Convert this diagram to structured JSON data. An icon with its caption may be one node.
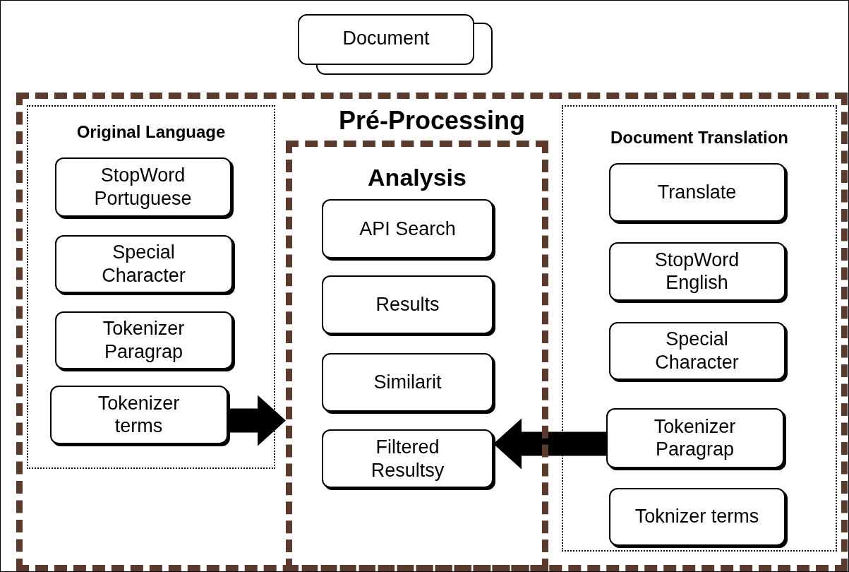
{
  "diagram": {
    "nodes": [
      {
        "text": [
          "Document"
        ]
      },
      {
        "text": [
          "Pré-Processing"
        ]
      },
      {
        "text": [
          "Original Language"
        ],
        "in": 1
      },
      {
        "text": [
          "StopWord Portuguese"
        ],
        "in": 2
      },
      {
        "text": [
          "Special Character"
        ],
        "in": 2
      },
      {
        "text": [
          "Tokenizer Paragrap"
        ],
        "in": 2
      },
      {
        "text": [
          "Tokenizer terms"
        ],
        "in": 2
      },
      {
        "text": [
          "Analysis"
        ],
        "in": 1
      },
      {
        "text": [
          "API Search"
        ],
        "in": 7
      },
      {
        "text": [
          "Results"
        ],
        "in": 7
      },
      {
        "text": [
          "Similarit"
        ],
        "in": 7
      },
      {
        "text": [
          "Filtered Resultsy"
        ],
        "in": 7
      },
      {
        "text": [
          "Document Translation"
        ],
        "in": 1
      },
      {
        "text": [
          "Translate"
        ],
        "in": 12
      },
      {
        "text": [
          "StopWord English"
        ],
        "in": 12
      },
      {
        "text": [
          "Special Character"
        ],
        "in": 12
      },
      {
        "text": [
          "Tokenizer Paragrap"
        ],
        "in": 12
      },
      {
        "text": [
          "Toknizer terms"
        ],
        "in": 12
      }
    ],
    "edges": [
      {
        "from": 6,
        "to": 7,
        "arrow": "to"
      },
      {
        "from": 16,
        "to": 11,
        "arrow": "to"
      }
    ]
  }
}
